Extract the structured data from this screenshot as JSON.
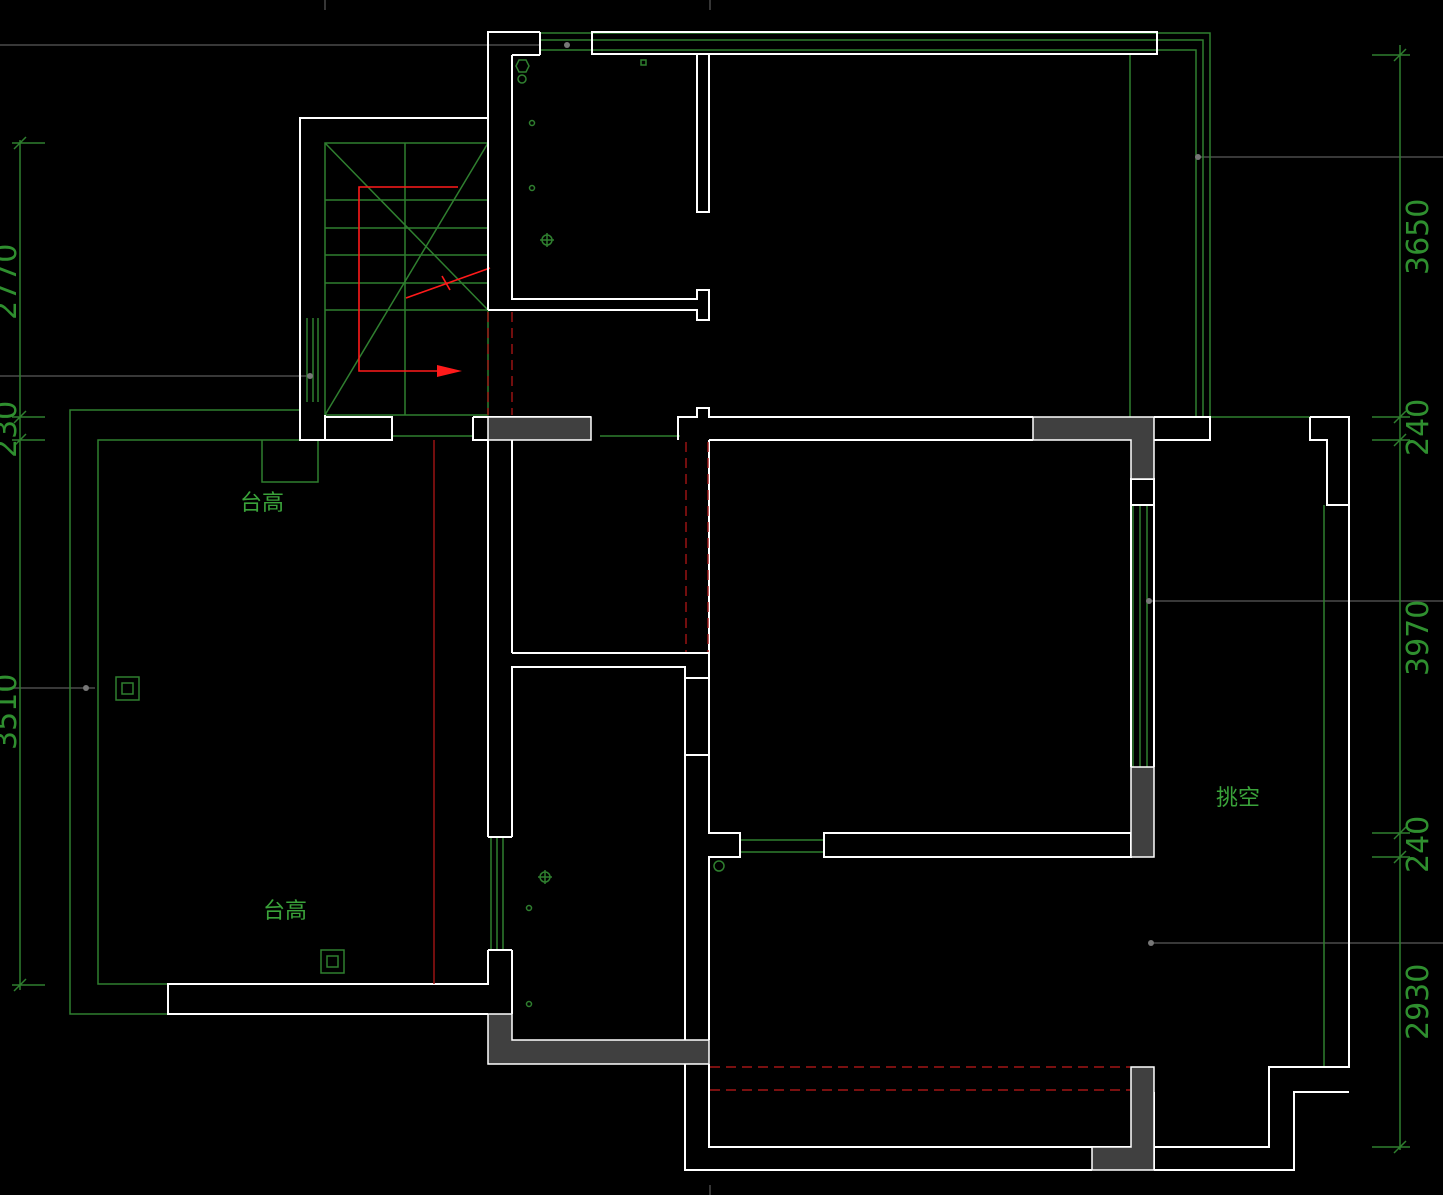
{
  "drawing": {
    "dimensions": {
      "left_top": "2770",
      "left_mid": "230",
      "left_bottom": "3510",
      "right_1": "3650",
      "right_2": "240",
      "right_3": "3970",
      "right_4": "240",
      "right_5": "2930"
    },
    "labels": {
      "platform_top": "台高",
      "platform_bottom": "台高",
      "void": "挑空"
    }
  }
}
